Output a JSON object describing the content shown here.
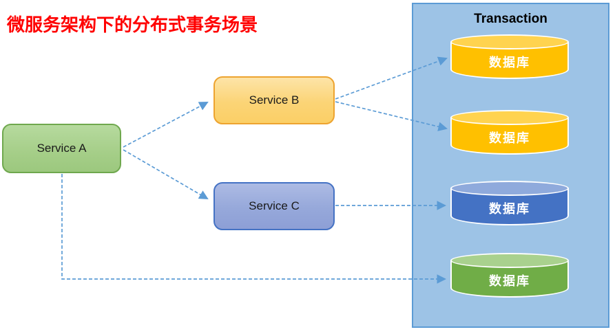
{
  "page_title": "微服务架构下的分布式事务场景",
  "colors": {
    "title_red": "#FF0000",
    "arrow_blue": "#5B9BD5",
    "panel_bg": "#9DC3E6",
    "panel_border": "#5B9BD5",
    "service_a_fill": "#A9D18E",
    "service_a_border": "#70AD47",
    "service_b_fill": "#FBD476",
    "service_b_border": "#EDA32F",
    "service_c_fill": "#96A8DA",
    "service_c_border": "#4472C4",
    "db_yellow_body": "#FFC000",
    "db_yellow_top": "#FFD34F",
    "db_blue_body": "#4472C4",
    "db_blue_top": "#8FAADC",
    "db_green_body": "#70AD47",
    "db_green_top": "#A9D18E",
    "db_label_color": "#FFFFFF"
  },
  "services": [
    {
      "id": "service-a",
      "label": "Service A"
    },
    {
      "id": "service-b",
      "label": "Service B"
    },
    {
      "id": "service-c",
      "label": "Service C"
    }
  ],
  "transaction_panel": {
    "title": "Transaction",
    "databases": [
      {
        "label": "数据库",
        "color_name": "yellow"
      },
      {
        "label": "数据库",
        "color_name": "yellow"
      },
      {
        "label": "数据库",
        "color_name": "blue"
      },
      {
        "label": "数据库",
        "color_name": "green"
      }
    ]
  },
  "connections": [
    {
      "from": "service-a",
      "to": "service-b",
      "style": "dashed-arrow"
    },
    {
      "from": "service-a",
      "to": "service-c",
      "style": "dashed-arrow"
    },
    {
      "from": "service-b",
      "to": "database-1",
      "style": "dashed-arrow"
    },
    {
      "from": "service-b",
      "to": "database-2",
      "style": "dashed-arrow"
    },
    {
      "from": "service-c",
      "to": "database-3",
      "style": "dashed-arrow"
    },
    {
      "from": "service-a",
      "to": "database-4",
      "style": "dashed-arrow-elbow"
    }
  ]
}
